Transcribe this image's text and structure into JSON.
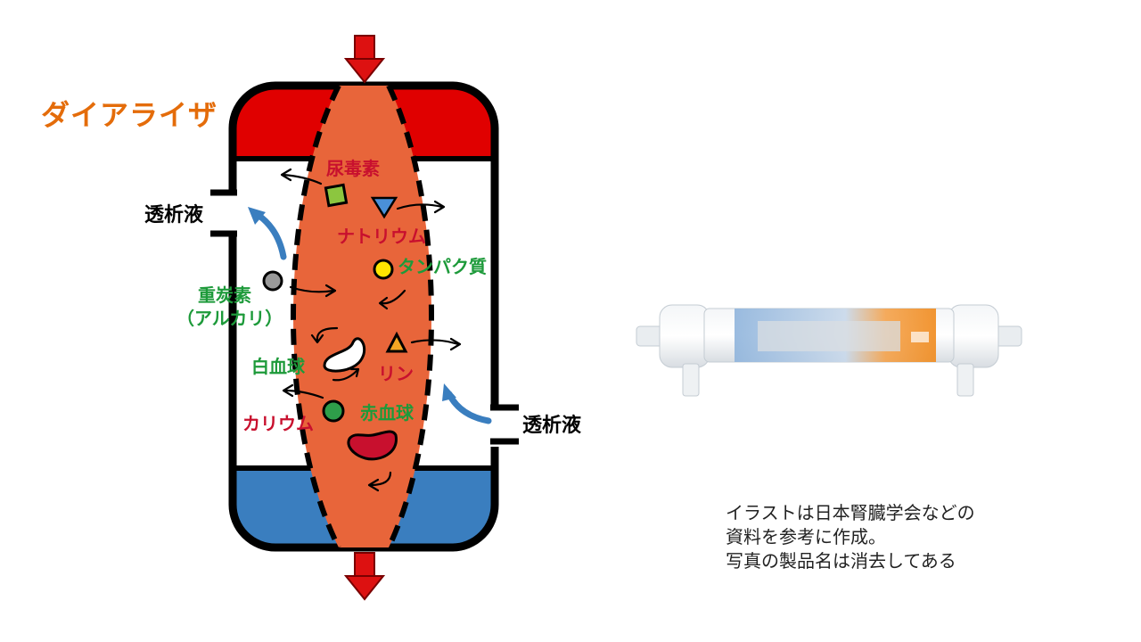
{
  "title": "ダイアライザ",
  "labels": {
    "dialysate_left": "透析液",
    "dialysate_right": "透析液",
    "urea_toxins": "尿毒素",
    "sodium": "ナトリウム",
    "protein": "タンパク質",
    "bicarbonate_line1": "重炭素",
    "bicarbonate_line2": "（アルカリ）",
    "white_blood_cell": "白血球",
    "phosphorus": "リン",
    "potassium": "カリウム",
    "red_blood_cell": "赤血球"
  },
  "caption": [
    "イラストは日本腎臓学会などの",
    "資料を参考に作成。",
    "写真の製品名は消去してある"
  ],
  "colors": {
    "title": "#e46c0a",
    "blood_in_cap": "#e00000",
    "blood_out_cap": "#3a7ebf",
    "blood_flow": "#e8653a",
    "flow_arrow": "#dd1111",
    "dialysate_arrow": "#3a7ebf",
    "label_red": "#c8102e",
    "label_green": "#1d9a3a"
  }
}
